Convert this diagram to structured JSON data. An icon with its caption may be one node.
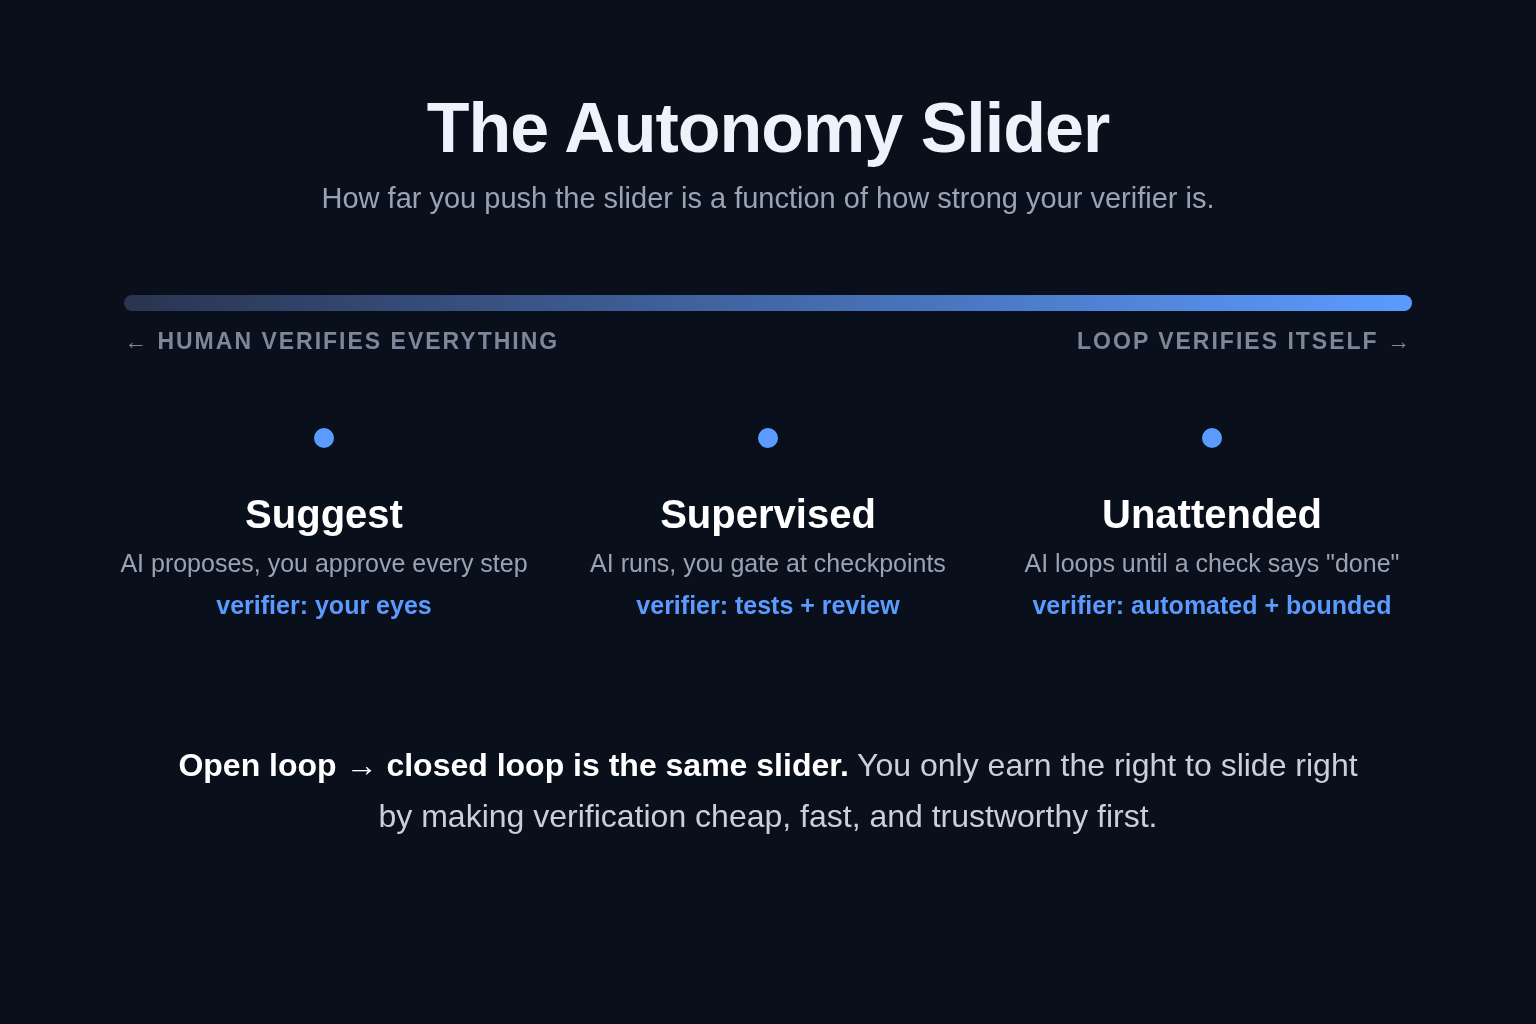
{
  "diagram": {
    "title": "The Autonomy Slider",
    "labels": [
      "How far you push the slider is a function of how strong your verifier is.",
      "← HUMAN VERIFIES EVERYTHING",
      "LOOP VERIFIES ITSELF →"
    ],
    "nodes": [
      {
        "text": [
          "Suggest",
          "AI proposes, you approve every step",
          "verifier: your eyes"
        ]
      },
      {
        "text": [
          "Supervised",
          "AI runs, you gate at checkpoints",
          "verifier: tests + review"
        ]
      },
      {
        "text": [
          "Unattended",
          "AI loops until a check says \"done\"",
          "verifier: automated + bounded"
        ]
      }
    ],
    "caption": "**Open loop → closed loop is the same slider.** You only earn the right to slide right by making verification cheap, fast, and trustworthy first."
  }
}
